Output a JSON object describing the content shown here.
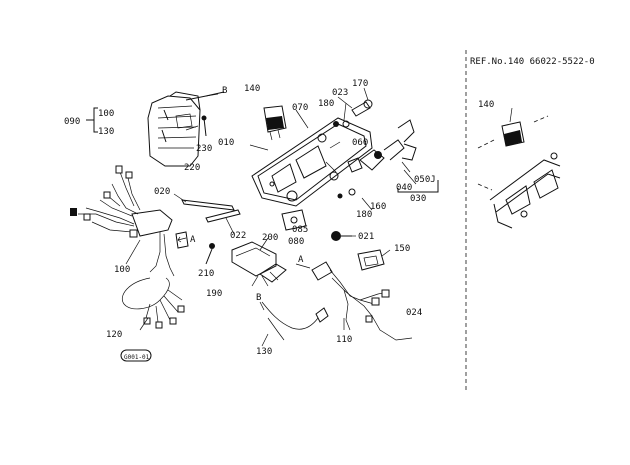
{
  "ref_label": "REF.No.140  66022-5522-0",
  "bottom_code": "G001-01",
  "callouts": {
    "c010": "010",
    "c020": "020",
    "c021": "021",
    "c022": "022",
    "c023": "023",
    "c024": "024",
    "c030": "030",
    "c040": "040",
    "c050": "050J",
    "c060": "060",
    "c070": "070",
    "c080": "080",
    "c085": "085",
    "c090": "090",
    "c100a": "100",
    "c100b": "100",
    "c110": "110",
    "c120": "120",
    "c130a": "130",
    "c130b": "130",
    "c140a": "140",
    "c140b": "140",
    "c150": "150",
    "c160": "160",
    "c170": "170",
    "c180a": "180",
    "c180b": "180",
    "c190": "190",
    "c200": "200",
    "c210": "210",
    "c220": "220",
    "c230": "230",
    "mA1": "A",
    "mA2": "A",
    "mB1": "B",
    "mB2": "B"
  }
}
